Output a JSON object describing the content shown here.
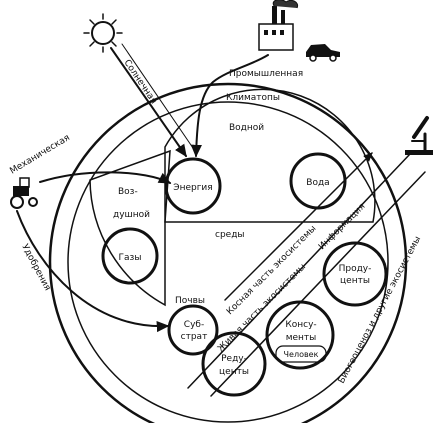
{
  "labels": {
    "solar": "Солнечная",
    "industrial": "Промышленная",
    "climatopes": "Климатопы",
    "water_env": "Водной",
    "mechanical": "Механическая",
    "air_env_1": "Воз-",
    "air_env_2": "душной",
    "energy": "Энергия",
    "water": "Вода",
    "gases": "Газы",
    "environments": "среды",
    "fertilizers": "Удобрения",
    "soils": "Почвы",
    "substrate_1": "Суб-",
    "substrate_2": "страт",
    "inert_part": "Косная часть экосистемы",
    "information": "Информация",
    "living_part": "Живая часть экосистемы",
    "producers_1": "Проду-",
    "producers_2": "центы",
    "consumers_1": "Консу-",
    "consumers_2": "менты",
    "human": "Человек",
    "reducers_1": "Реду-",
    "reducers_2": "центы",
    "biogeocenosis": "Биогеоценоз и другие экосистемы"
  },
  "icons": [
    "sun-icon",
    "factory-icon",
    "car-icon",
    "tractor-icon",
    "microscope-icon"
  ]
}
